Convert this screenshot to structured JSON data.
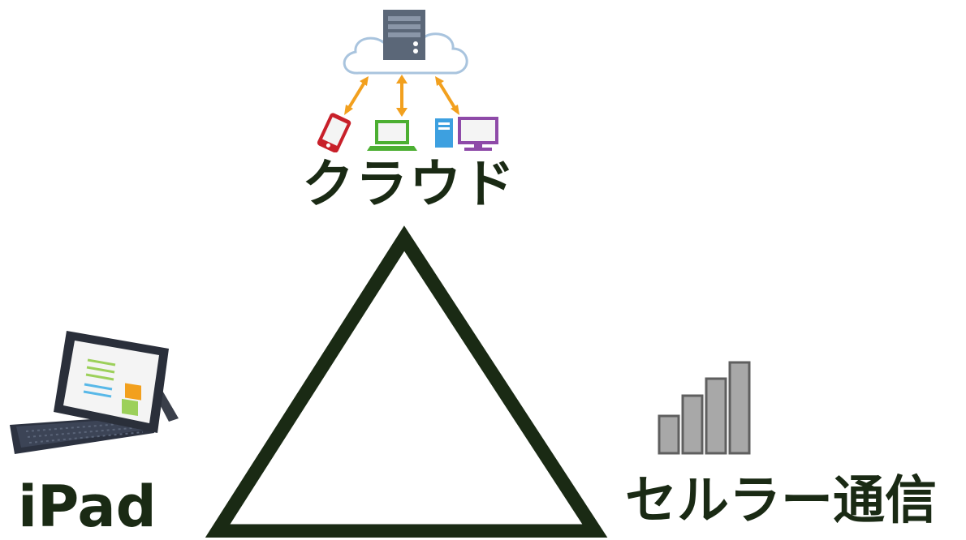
{
  "nodes": {
    "cloud": {
      "label": "クラウド",
      "icon": "cloud-server-devices-icon"
    },
    "ipad": {
      "label": "iPad",
      "icon": "tablet-keyboard-icon"
    },
    "cellular": {
      "label": "セルラー通信",
      "icon": "signal-bars-icon"
    }
  },
  "colors": {
    "triangle_stroke": "#1a2a14",
    "label_text": "#1a2a14",
    "arrow": "#f2a01e",
    "signal_bar": "#a8a8a8",
    "cloud_outline": "#a9c4de"
  }
}
